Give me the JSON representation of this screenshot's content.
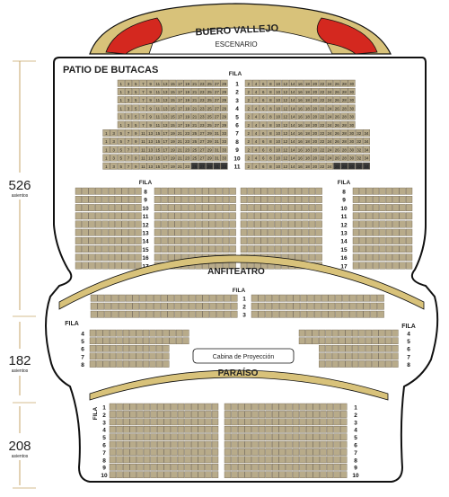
{
  "theater": {
    "name": "BUERO VALLEJO",
    "stage_label": "ESCENARIO"
  },
  "sections": {
    "patio": {
      "title": "PATIO DE BUTACAS",
      "count": "526",
      "unit": "asientos"
    },
    "anfiteatro": {
      "title": "ANFITEATRO",
      "count": "182",
      "unit": "asientos"
    },
    "paraiso": {
      "title": "PARAÍSO",
      "count": "208",
      "unit": "asientos"
    }
  },
  "labels": {
    "fila": "FILA",
    "cabina": "Cabina de Proyección"
  },
  "colors": {
    "seat": "#b8ab8a",
    "seat_border": "#6e6450",
    "stage_red": "#d4281f",
    "stage_gold": "#d8c27a",
    "outline": "#111111",
    "handicap_seat": "#3a3a3a"
  },
  "icons": {
    "handicap": "wheelchair-icon"
  }
}
